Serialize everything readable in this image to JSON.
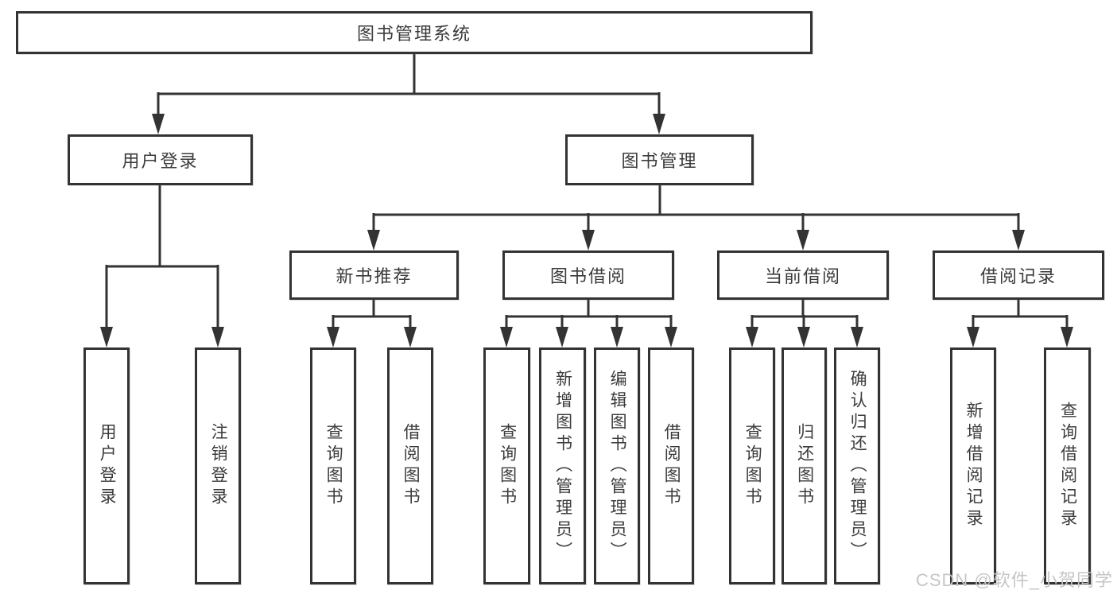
{
  "colors": {
    "line": "#333333",
    "text": "#3b3b3b",
    "bg": "#ffffff",
    "watermark": "#c6c6c6"
  },
  "watermark": {
    "text": "CSDN @软件_小贺同学"
  },
  "tree": {
    "label": "图书管理系统",
    "children": [
      {
        "label": "用户登录",
        "children": [
          {
            "label": "用户登录"
          },
          {
            "label": "注销登录"
          }
        ]
      },
      {
        "label": "图书管理",
        "children": [
          {
            "label": "新书推荐",
            "children": [
              {
                "label": "查询图书"
              },
              {
                "label": "借阅图书"
              }
            ]
          },
          {
            "label": "图书借阅",
            "children": [
              {
                "label": "查询图书"
              },
              {
                "label": "新增图书（管理员）"
              },
              {
                "label": "编辑图书（管理员）"
              },
              {
                "label": "借阅图书"
              }
            ]
          },
          {
            "label": "当前借阅",
            "children": [
              {
                "label": "查询图书"
              },
              {
                "label": "归还图书"
              },
              {
                "label": "确认归还（管理员）"
              }
            ]
          },
          {
            "label": "借阅记录",
            "children": [
              {
                "label": "新增借阅记录"
              },
              {
                "label": "查询借阅记录"
              }
            ]
          }
        ]
      }
    ]
  }
}
